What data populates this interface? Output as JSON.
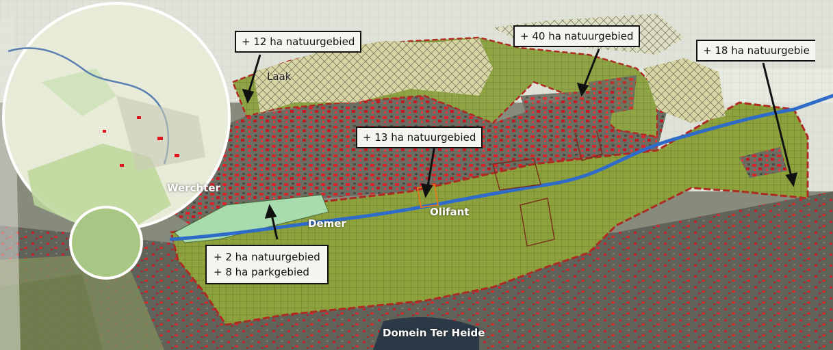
{
  "callouts": {
    "laak_area": "+ 12 ha natuurgebied",
    "north_area": "+ 40 ha natuurgebied",
    "east_area": "+ 18 ha natuurgebie",
    "olifant_area": "+ 13 ha natuurgebied",
    "park_area_line1": "+ 2 ha natuurgebied",
    "park_area_line2": "+ 8 ha parkgebied"
  },
  "place_labels": {
    "laak": "Laak",
    "werchter": "Werchter",
    "demer": "Demer",
    "olifant": "Olifant",
    "domein": "Domein Ter Heide"
  },
  "colors": {
    "nature_zone": "#8da13c",
    "new_nature_hatched": "#d8d5a4",
    "park_zone": "#a8dcae",
    "river": "#2f6bc9",
    "buildings": "#e0141e",
    "boundary": "#b02a22"
  }
}
